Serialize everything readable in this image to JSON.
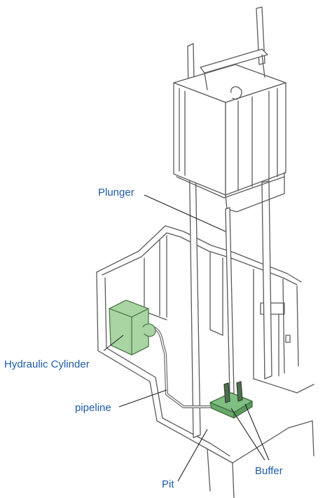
{
  "labels": {
    "plunger": "Plunger",
    "hydraulic_cylinder": "Hydraulic Cylinder",
    "pipeline": "pipeline",
    "pit": "Pit",
    "buffer": "Buffer"
  },
  "colors": {
    "label_text": "#1f5aa8",
    "line": "#5a5a5a",
    "leader": "#222222",
    "cylinder_fill": "#a9d5a3",
    "buffer_fill": "#7fbf82"
  }
}
